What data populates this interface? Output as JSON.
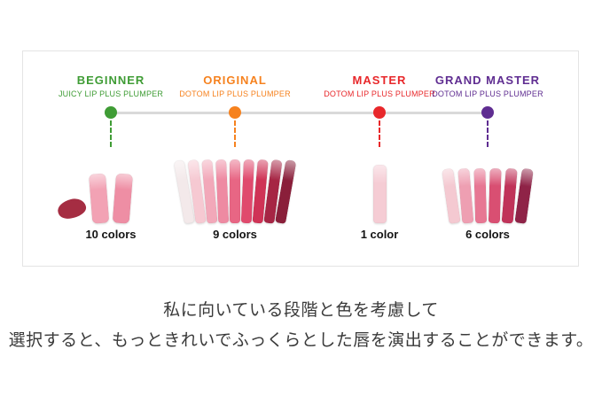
{
  "stages": [
    {
      "id": "beginner",
      "title": "BEGINNER",
      "subtitle": "JUICY LIP PLUS PLUMPER",
      "color": "#3f9c35",
      "colors_label": "10 colors",
      "tube_colors": [
        "#f2a2b4",
        "#ee8ea4"
      ],
      "swatch_color": "#a02238"
    },
    {
      "id": "original",
      "title": "ORIGINAL",
      "subtitle": "DOTOM LIP PLUS PLUMPER",
      "color": "#f6821f",
      "colors_label": "9 colors",
      "tube_colors": [
        "#f3e9ea",
        "#f6c9d2",
        "#f2a8b9",
        "#ee8aa2",
        "#e86684",
        "#e04a6d",
        "#cf3356",
        "#a62544",
        "#8a1f3a"
      ]
    },
    {
      "id": "master",
      "title": "MASTER",
      "subtitle": "DOTOM LIP PLUS PLUMPER",
      "color": "#e8282b",
      "colors_label": "1 color",
      "tube_colors": [
        "#f5ccd4"
      ]
    },
    {
      "id": "grand_master",
      "title": "GRAND MASTER",
      "subtitle": "DOTOM LIP PLUS PLUMPER",
      "color": "#5f2d91",
      "colors_label": "6 colors",
      "tube_colors": [
        "#f4c9d1",
        "#ee9fb2",
        "#e77793",
        "#d94f72",
        "#c03359",
        "#8f2347"
      ]
    }
  ],
  "caption": {
    "line1": "私に向いている段階と色を考慮して",
    "line2": "選択すると、もっときれいでふっくらとした唇を演出することができます。"
  }
}
